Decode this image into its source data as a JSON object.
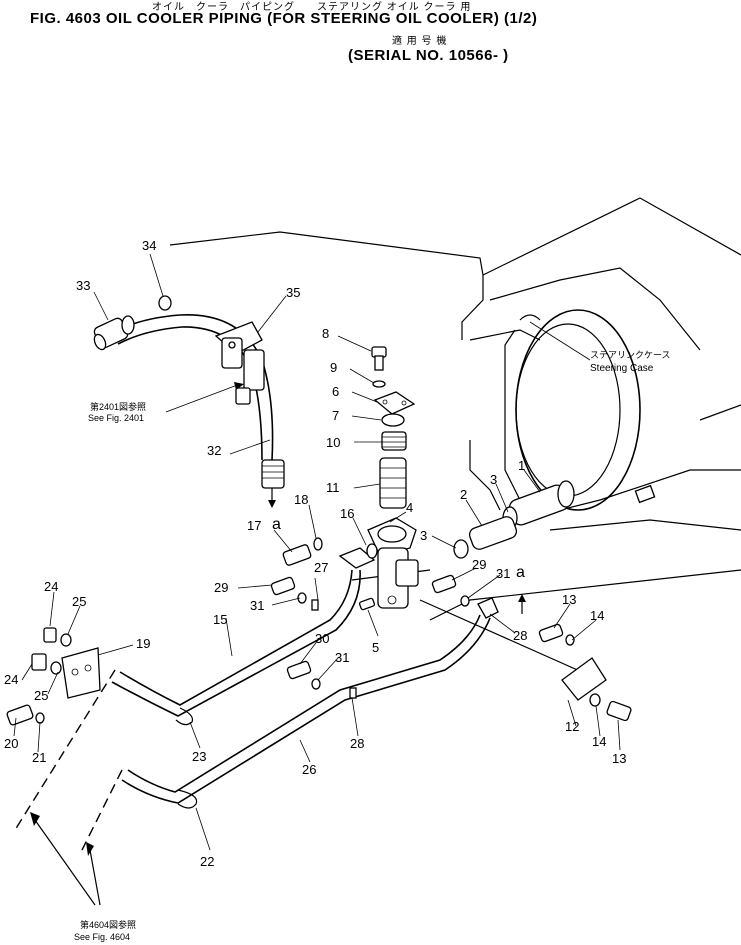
{
  "header": {
    "jp_line1": "オイル　クーラ　パイピング　　ステアリング オイル クーラ 用",
    "fig_title": "FIG. 4603   OIL COOLER PIPING (FOR STEERING OIL COOLER) (1/2)",
    "jp_line2": "適 用 号 機",
    "serial": "(SERIAL NO. 10566- )"
  },
  "notes": {
    "fig2401_jp": "第2401図参照",
    "fig2401_en": "See Fig. 2401",
    "steering_jp": "ステアリンクケース",
    "steering_en": "Steering Case",
    "fig4604_jp": "第4604図参照",
    "fig4604_en": "See Fig. 4604"
  },
  "callouts": {
    "c1": "1",
    "c2": "2",
    "c3a": "3",
    "c3b": "3",
    "c4": "4",
    "c5": "5",
    "c6": "6",
    "c7": "7",
    "c8": "8",
    "c9": "9",
    "c10": "10",
    "c11": "11",
    "c12": "12",
    "c13a": "13",
    "c13b": "13",
    "c14a": "14",
    "c14b": "14",
    "c15": "15",
    "c16": "16",
    "c17": "17",
    "c18": "18",
    "c19": "19",
    "c20": "20",
    "c21": "21",
    "c22": "22",
    "c23": "23",
    "c24a": "24",
    "c24b": "24",
    "c25a": "25",
    "c25b": "25",
    "c26": "26",
    "c27": "27",
    "c28a": "28",
    "c28b": "28",
    "c29a": "29",
    "c29b": "29",
    "c30": "30",
    "c31a": "31",
    "c31b": "31",
    "c31c": "31",
    "c32": "32",
    "c33": "33",
    "c34": "34",
    "c35": "35"
  },
  "markers": {
    "a1": "a",
    "a2": "a"
  }
}
